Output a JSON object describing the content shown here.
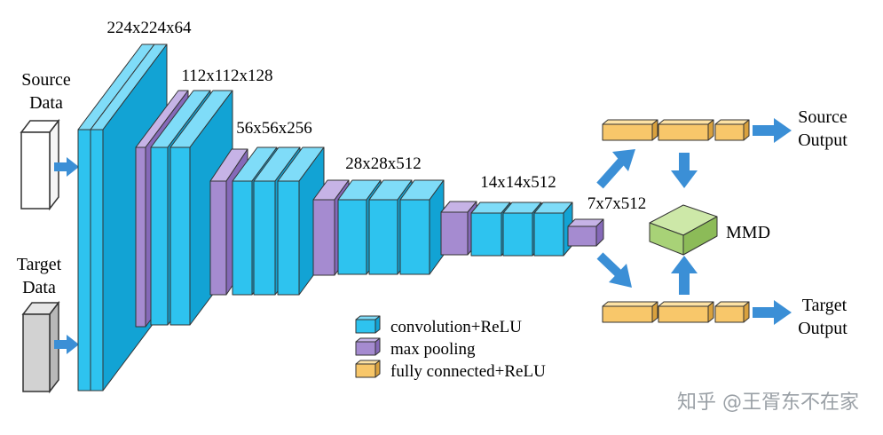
{
  "colors": {
    "conv_face": "#2ec3ef",
    "conv_top": "#7fdcf8",
    "conv_side": "#12a3d4",
    "pool_face": "#a58bd0",
    "pool_top": "#c6b3e6",
    "pool_side": "#8569b8",
    "fc_face": "#f8c76a",
    "fc_top": "#fde2a4",
    "fc_side": "#d9a13e",
    "mmd_face": "#a8d277",
    "mmd_top": "#cde8a8",
    "mmd_side": "#8cbb58",
    "arrow": "#3b8fd6",
    "outline": "#333333"
  },
  "inputs": {
    "source": [
      "Source",
      "Data"
    ],
    "target": [
      "Target",
      "Data"
    ]
  },
  "layers": {
    "l1": "224x224x64",
    "l2": "112x112x128",
    "l3": "56x56x256",
    "l4": "28x28x512",
    "l5": "14x14x512",
    "l6": "7x7x512"
  },
  "outputs": {
    "source": [
      "Source",
      "Output"
    ],
    "target": [
      "Target",
      "Output"
    ],
    "mmd": "MMD"
  },
  "legend": [
    {
      "label": "convolution+ReLU",
      "kind": "conv"
    },
    {
      "label": "max pooling",
      "kind": "pool"
    },
    {
      "label": "fully connected+ReLU",
      "kind": "fc"
    }
  ],
  "watermark": "知乎 @王胥东不在家"
}
